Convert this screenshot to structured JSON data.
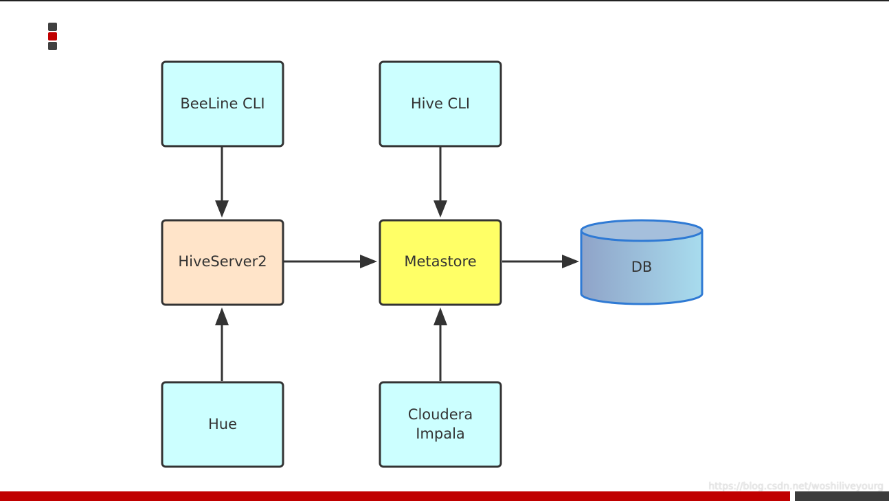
{
  "colors": {
    "client_fill": "#ccffff",
    "hiveserver_fill": "#ffe4c9",
    "metastore_fill": "#ffff66",
    "stroke": "#333333",
    "db_stroke": "#2f7ad4",
    "db_gradient_start": "#8fa3c8",
    "db_gradient_end": "#a8dcee",
    "accent_red": "#c00000",
    "logo_dark": "#404040"
  },
  "logo": {
    "icon": "stacked-squares-icon"
  },
  "nodes": {
    "beeline": "BeeLine CLI",
    "hivecli": "Hive CLI",
    "hiveserver2": "HiveServer2",
    "metastore": "Metastore",
    "db": "DB",
    "hue": "Hue",
    "impala_line1": "Cloudera",
    "impala_line2": "Impala"
  },
  "watermark": "https://blog.csdn.net/woshiliveyourg"
}
